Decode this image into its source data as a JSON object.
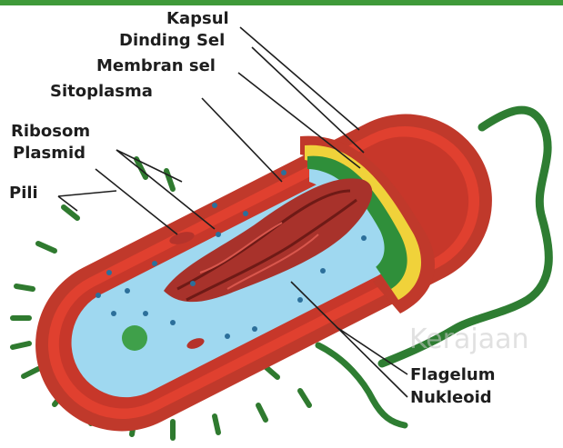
{
  "labels": {
    "kapsul": "Kapsul",
    "dinding_sel": "Dinding Sel",
    "membran_sel": "Membran sel",
    "sitoplasma": "Sitoplasma",
    "ribosom": "Ribosom",
    "plasmid": "Plasmid",
    "pili": "Pili",
    "flagelum": "Flagelum",
    "nukleoid": "Nukleoid"
  },
  "watermark": "Kerajaan",
  "colors": {
    "header_bar": "#3f9a3a",
    "capsule": "#c0392b",
    "cell_wall_band": "#e0402f",
    "wall_yellow": "#f0d23a",
    "membrane_green": "#2f8f3a",
    "cytoplasm": "#9fd8f0",
    "nucleoid": "#a8322b",
    "pili": "#2f7a2f",
    "flagellum": "#2e7d32"
  }
}
